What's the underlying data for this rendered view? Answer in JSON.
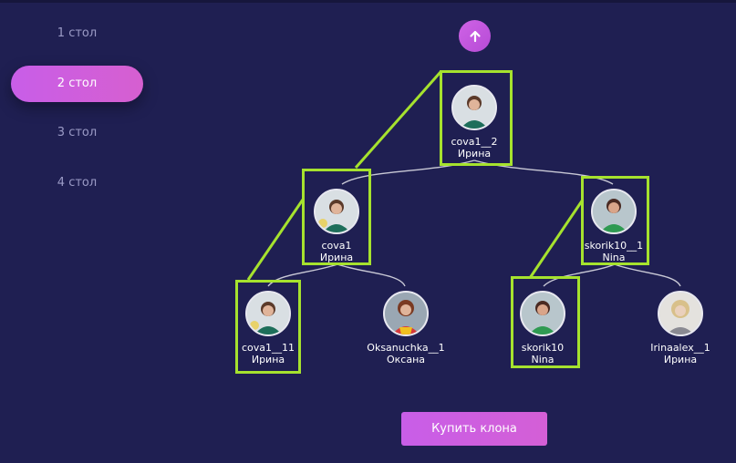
{
  "tables": [
    {
      "label": "1 стол"
    },
    {
      "label": "2 стол"
    },
    {
      "label": "3 стол"
    },
    {
      "label": "4 стол"
    }
  ],
  "active_table": "2 стол",
  "up_button": {
    "icon": "arrow-up-icon"
  },
  "tree": {
    "root": {
      "login": "cova1__2",
      "name": "Ирина"
    },
    "left": {
      "login": "cova1",
      "name": "Ирина"
    },
    "right": {
      "login": "skorik10__1",
      "name": "Nina"
    },
    "left_left": {
      "login": "cova1__11",
      "name": "Ирина"
    },
    "left_right": {
      "login": "Oksanuchka__1",
      "name": "Оксана"
    },
    "right_left": {
      "login": "skorik10",
      "name": "Nina"
    },
    "right_right": {
      "login": "Irinaalex__1",
      "name": "Ирина"
    }
  },
  "buy_button": {
    "label": "Купить клона"
  },
  "colors": {
    "background": "#1f1f52",
    "accent": "#c85ee8",
    "highlight": "#a6e22e",
    "tab_inactive_text": "#9b9bc6"
  }
}
